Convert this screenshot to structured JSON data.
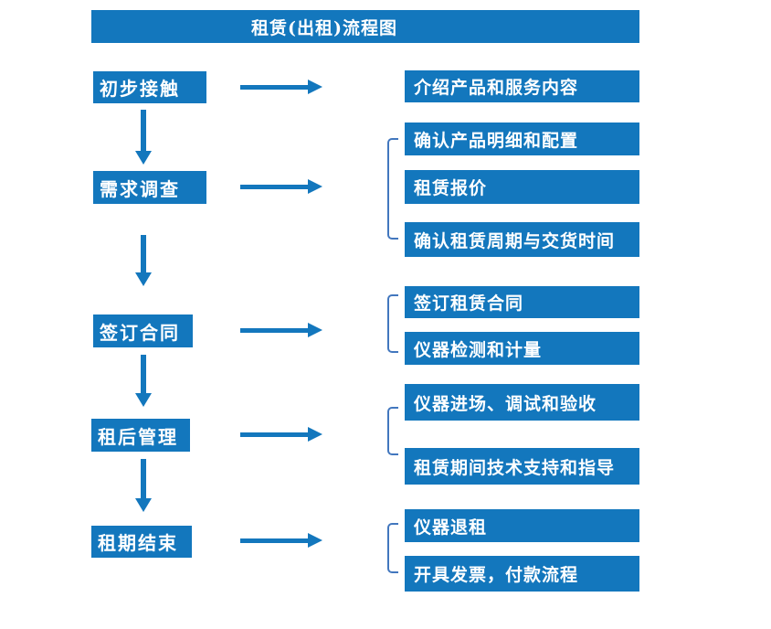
{
  "title": "租赁(出租)流程图",
  "colors": {
    "primary_blue": "#1377BD",
    "bracket_blue": "#4277BE",
    "text_on_blue": "#FFFFFF",
    "background": "#FFFFFF"
  },
  "flow": {
    "stages": [
      {
        "label": "初步接触",
        "details": [
          "介绍产品和服务内容"
        ]
      },
      {
        "label": "需求调查",
        "details": [
          "确认产品明细和配置",
          "租赁报价",
          "确认租赁周期与交货时间"
        ]
      },
      {
        "label": "签订合同",
        "details": [
          "签订租赁合同",
          "仪器检测和计量"
        ]
      },
      {
        "label": "租后管理",
        "details": [
          "仪器进场、调试和验收",
          "租赁期间技术支持和指导"
        ]
      },
      {
        "label": "租期结束",
        "details": [
          "仪器退租",
          "开具发票，付款流程"
        ]
      }
    ]
  }
}
